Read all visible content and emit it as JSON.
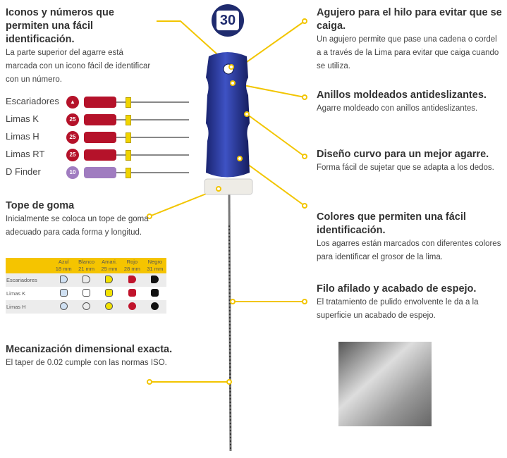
{
  "badge_number": "30",
  "left": {
    "icons": {
      "title": "Iconos y números que permiten una fácil identificación.",
      "body": "La parte superior del agarre está marcada con un icono fácil de identificar con un número."
    },
    "file_types": [
      {
        "label": "Escariadores",
        "icon": "triangle",
        "color": "#b5122a"
      },
      {
        "label": "Limas K",
        "icon": "25",
        "color": "#b5122a"
      },
      {
        "label": "Limas H",
        "icon": "25",
        "color": "#b5122a"
      },
      {
        "label": "Limas RT",
        "icon": "25",
        "color": "#b5122a"
      },
      {
        "label": "D Finder",
        "icon": "10",
        "color": "#a07cc0"
      }
    ],
    "stopper": {
      "title": "Tope de goma",
      "body": "Inicialmente se coloca un tope de goma adecuado para cada forma y longitud."
    },
    "table": {
      "columns": [
        {
          "color": "Azul",
          "length": "18 mm",
          "hex": "#8fb3d9"
        },
        {
          "color": "Blanco",
          "length": "21 mm",
          "hex": "#ffffff"
        },
        {
          "color": "Amari.",
          "length": "25 mm",
          "hex": "#f2e200"
        },
        {
          "color": "Rojo",
          "length": "28 mm",
          "hex": "#c0142c"
        },
        {
          "color": "Negro",
          "length": "31 mm",
          "hex": "#111111"
        }
      ],
      "rows": [
        "Escariadores",
        "Limas K",
        "Limas H"
      ]
    },
    "taper": {
      "title": "Mecanización dimensional exacta.",
      "body": "El taper de 0.02 cumple con las normas ISO."
    }
  },
  "right": [
    {
      "title": "Agujero para el hilo para evitar que se caiga.",
      "body": "Un agujero permite que pase una cadena o cordel a a través de la Lima para evitar que caiga cuando se utiliza."
    },
    {
      "title": "Anillos moldeados antideslizantes.",
      "body": "Agarre moldeado con anillos antideslizantes."
    },
    {
      "title": "Diseño curvo para un mejor agarre.",
      "body": "Forma fácil de sujetar que se adapta a los dedos."
    },
    {
      "title": "Colores que permiten una fácil identificación.",
      "body": "Los agarres están marcados con diferentes colores para identificar el grosor de la lima."
    },
    {
      "title": "Filo afilado y acabado de espejo.",
      "body": "El tratamiento de pulido envolvente le da a la superficie un acabado de espejo."
    }
  ],
  "colors": {
    "accent": "#f2c500",
    "handle": "#2b3a9c",
    "badge": "#1f2b6e"
  }
}
